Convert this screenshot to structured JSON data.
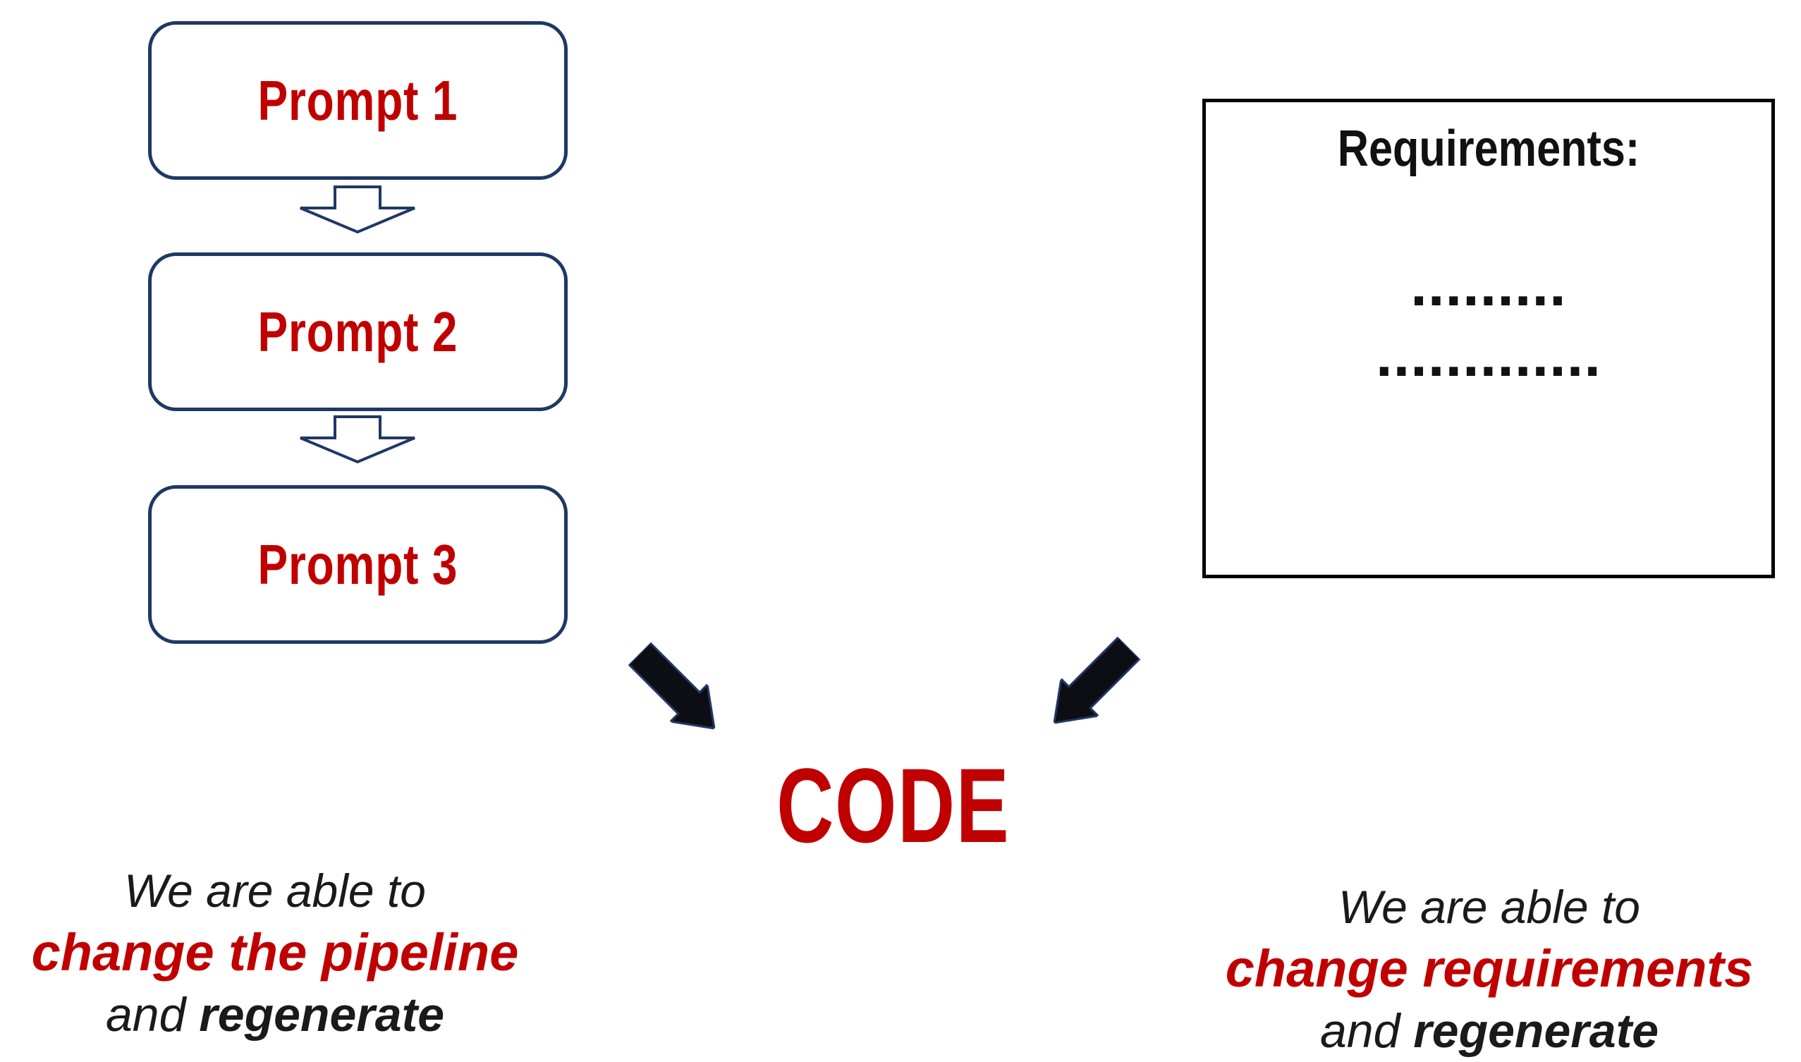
{
  "diagram": {
    "pipeline": {
      "boxes": [
        {
          "label": "Prompt 1"
        },
        {
          "label": "Prompt 2"
        },
        {
          "label": "Prompt 3"
        }
      ]
    },
    "requirements": {
      "title": "Requirements:",
      "dots_lines": [
        ".........",
        "............."
      ]
    },
    "code_label": "CODE",
    "captions": {
      "left": {
        "line1": "We are able to",
        "line2": "change the pipeline",
        "line3_normal": "and ",
        "line3_bold": "regenerate"
      },
      "right": {
        "line1": "We are able to",
        "line2": "change requirements",
        "line3_normal": "and ",
        "line3_bold": "regenerate"
      }
    },
    "colors": {
      "accent_red": "#c00000",
      "navy_outline": "#1f3864",
      "black_text": "#111111",
      "solid_arrow_fill": "#0d0d14",
      "background": "#ffffff"
    }
  }
}
